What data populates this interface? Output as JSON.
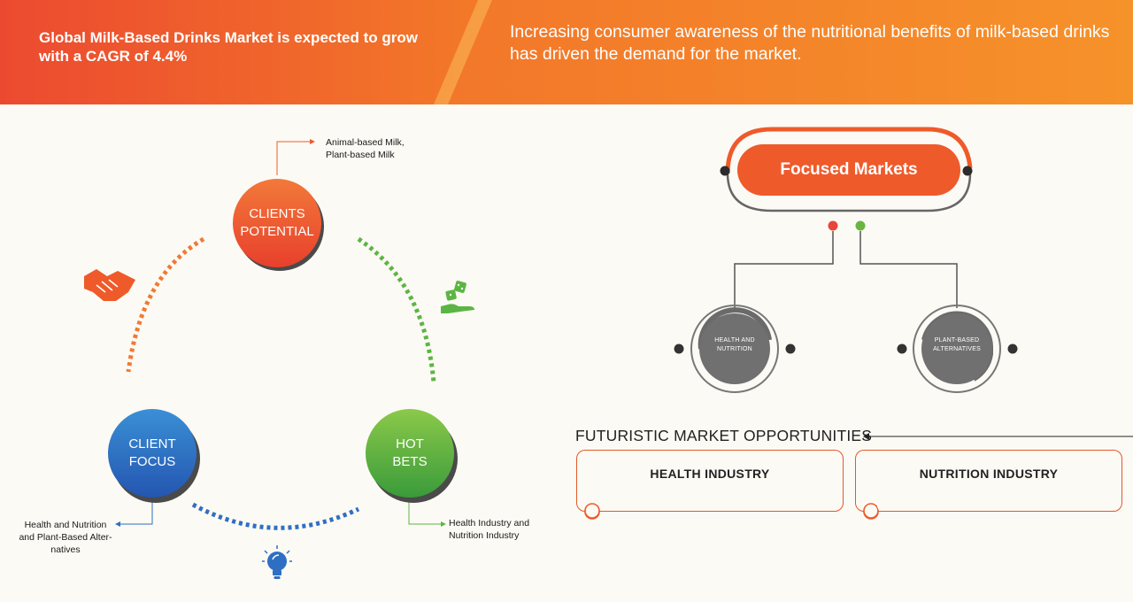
{
  "header": {
    "left_text": "Global Milk-Based Drinks Market is expected to grow with a CAGR of 4.4%",
    "right_text": "Increasing consumer awareness of the nutritional benefits of milk-based drinks has driven the demand for the market."
  },
  "cycle": {
    "clients_potential": {
      "line1": "CLIENTS",
      "line2": "POTENTIAL",
      "note_line1": "Animal-based Milk,",
      "note_line2": "Plant-based Milk"
    },
    "client_focus": {
      "line1": "CLIENT",
      "line2": "FOCUS",
      "note_line1": "Health and Nutrition",
      "note_line2": "and Plant-Based Alter-",
      "note_line3": "natives"
    },
    "hot_bets": {
      "line1": "HOT",
      "line2": "BETS",
      "note_line1": "Health Industry and",
      "note_line2": "Nutrition Industry"
    },
    "icons": [
      "handshake-icon",
      "dice-in-hand-icon",
      "lightbulb-icon"
    ]
  },
  "focused_markets": {
    "title": "Focused Markets",
    "items": [
      {
        "line1": "HEALTH AND",
        "line2": "NUTRITION"
      },
      {
        "line1": "PLANT-BASED",
        "line2": "ALTERNATIVES"
      }
    ]
  },
  "futuristic": {
    "title": "FUTURISTIC MARKET OPPORTUNITIES",
    "boxes": [
      "HEALTH INDUSTRY",
      "NUTRITION INDUSTRY"
    ]
  },
  "colors": {
    "orange": "#ef5a2b",
    "green": "#5cb543",
    "blue": "#2e6fc4",
    "dark_grey": "#5b5b5b"
  }
}
